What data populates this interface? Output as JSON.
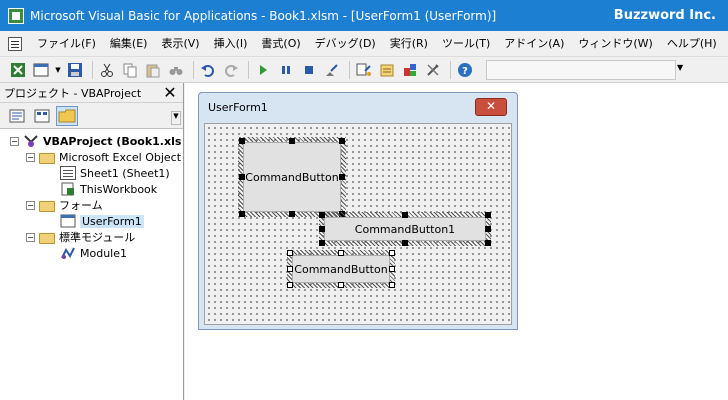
{
  "window": {
    "title": "Microsoft Visual Basic for Applications - Book1.xlsm - [UserForm1 (UserForm)]",
    "brand": "Buzzword Inc."
  },
  "menu": {
    "items": [
      "ファイル(F)",
      "編集(E)",
      "表示(V)",
      "挿入(I)",
      "書式(O)",
      "デバッグ(D)",
      "実行(R)",
      "ツール(T)",
      "アドイン(A)",
      "ウィンドウ(W)",
      "ヘルプ(H)"
    ]
  },
  "project_pane": {
    "title": "プロジェクト - VBAProject",
    "close_glyph": "✕"
  },
  "tree": {
    "project": "VBAProject (Book1.xls",
    "excel_objects": "Microsoft Excel Object",
    "sheet1": "Sheet1 (Sheet1)",
    "thisworkbook": "ThisWorkbook",
    "forms_folder": "フォーム",
    "userform1": "UserForm1",
    "modules_folder": "標準モジュール",
    "module1": "Module1"
  },
  "userform": {
    "title": "UserForm1",
    "close_glyph": "✕",
    "buttons": {
      "top_left": "CommandButton",
      "wide": "CommandButton1",
      "small": "CommandButton"
    }
  },
  "colors": {
    "titlebar": "#1d7fd1",
    "close_red": "#c94f3c",
    "selection": "#cce4f7"
  }
}
